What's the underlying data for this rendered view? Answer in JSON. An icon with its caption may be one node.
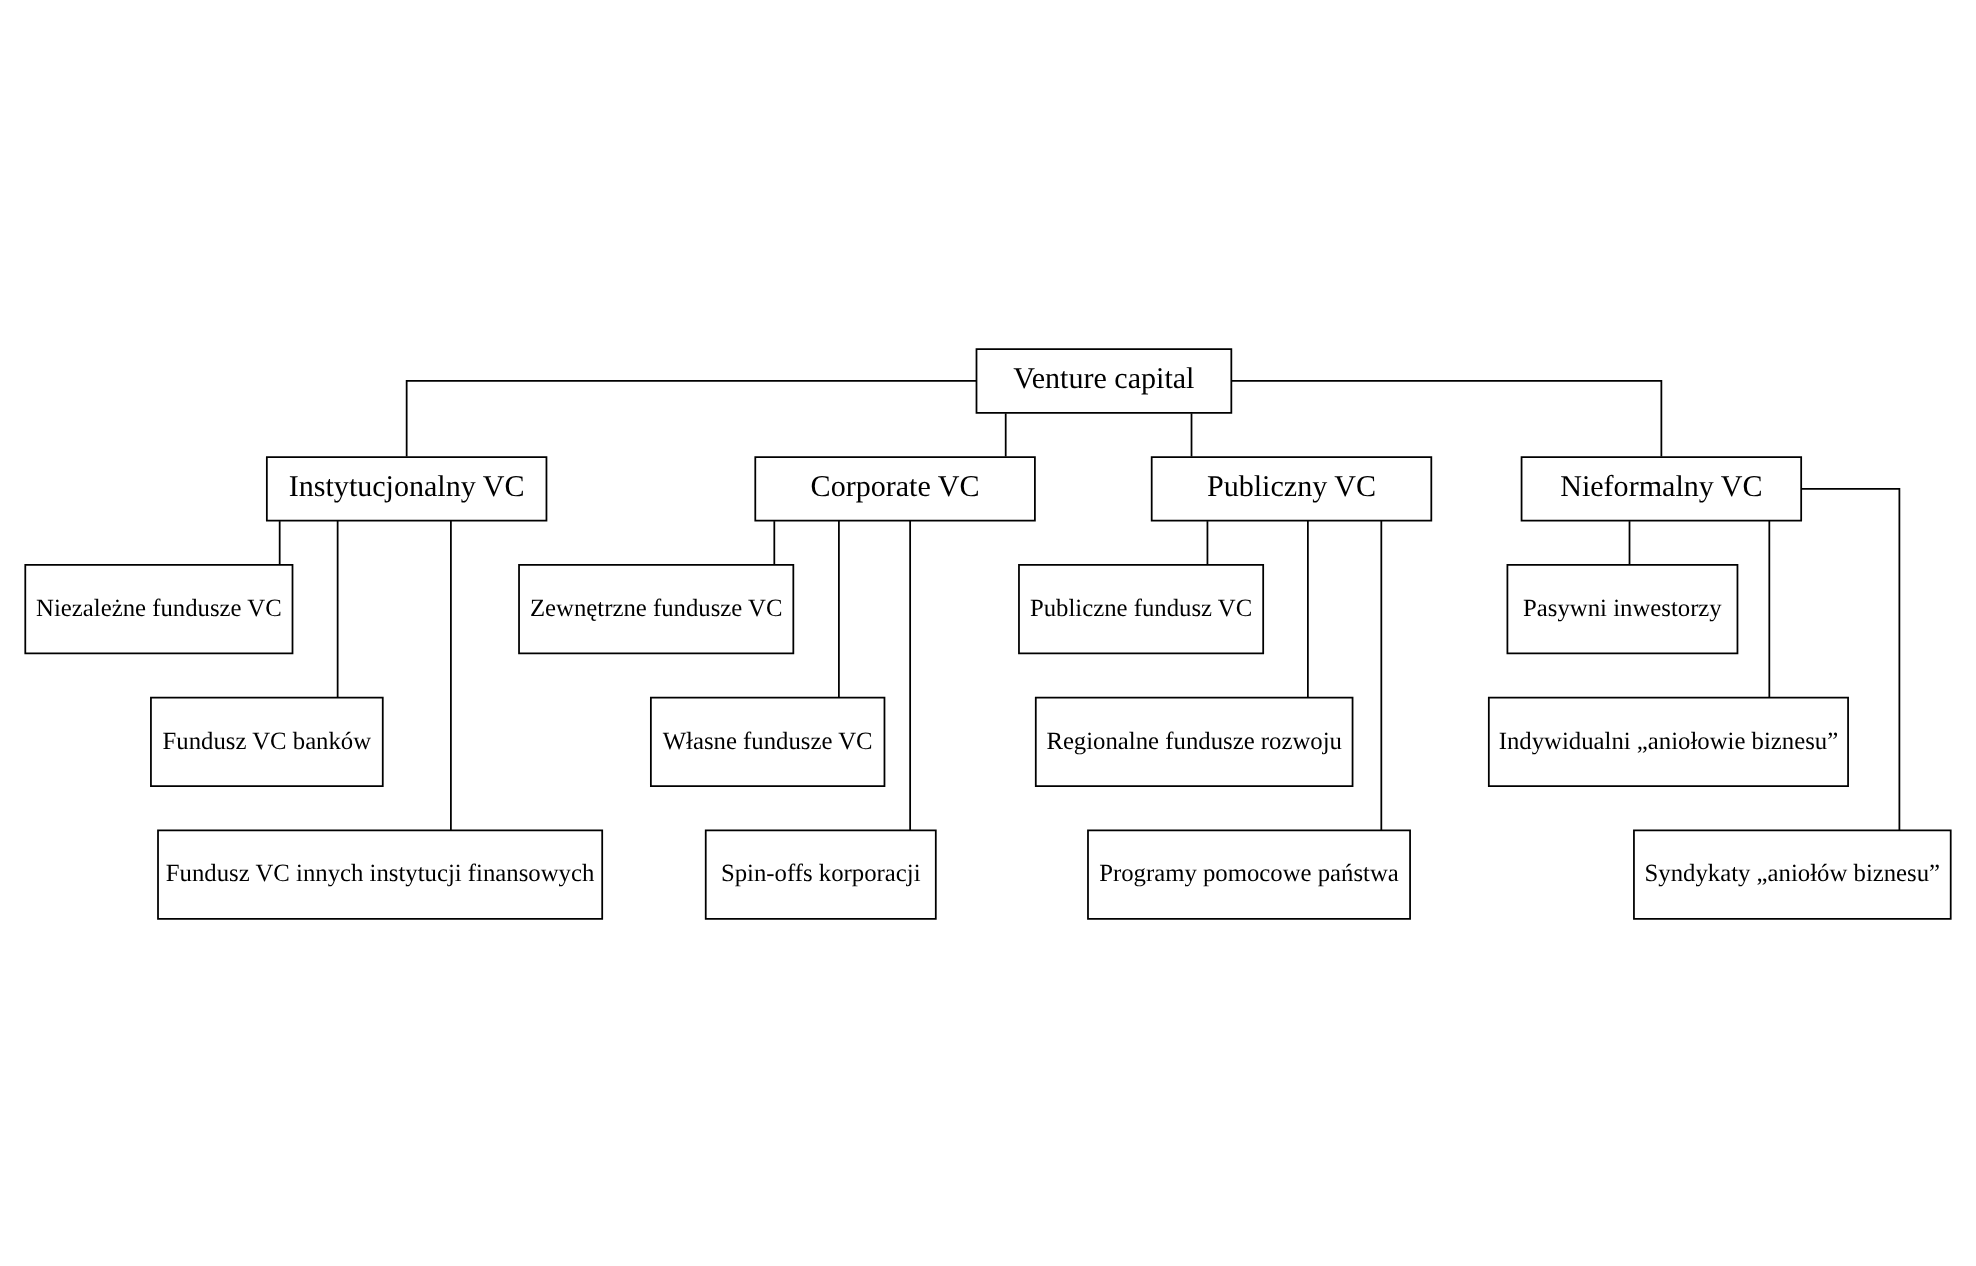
{
  "diagram": {
    "nodes": [
      {
        "text": [
          "Venture capital"
        ]
      },
      {
        "text": [
          "Instytucjonalny VC"
        ]
      },
      {
        "text": [
          "Corporate VC"
        ]
      },
      {
        "text": [
          "Publiczny VC"
        ]
      },
      {
        "text": [
          "Nieformalny VC"
        ]
      },
      {
        "text": [
          "Niezależne fundusze VC"
        ]
      },
      {
        "text": [
          "Fundusz VC banków"
        ]
      },
      {
        "text": [
          "Fundusz VC innych instytucji finansowych"
        ]
      },
      {
        "text": [
          "Zewnętrzne fundusze VC"
        ]
      },
      {
        "text": [
          "Własne fundusze VC"
        ]
      },
      {
        "text": [
          "Spin-offs korporacji"
        ]
      },
      {
        "text": [
          "Publiczne fundusz VC"
        ]
      },
      {
        "text": [
          "Regionalne fundusze rozwoju"
        ]
      },
      {
        "text": [
          "Programy pomocowe państwa"
        ]
      },
      {
        "text": [
          "Pasywni inwestorzy"
        ]
      },
      {
        "text": [
          "Indywidualni „aniołowie biznesu”"
        ]
      },
      {
        "text": [
          "Syndykaty „aniołów biznesu”"
        ]
      }
    ],
    "edges": [
      {
        "from": 0,
        "to": 1,
        "arrow": "none"
      },
      {
        "from": 0,
        "to": 2,
        "arrow": "none"
      },
      {
        "from": 0,
        "to": 3,
        "arrow": "none"
      },
      {
        "from": 0,
        "to": 4,
        "arrow": "none"
      },
      {
        "from": 1,
        "to": 5,
        "arrow": "none"
      },
      {
        "from": 1,
        "to": 6,
        "arrow": "none"
      },
      {
        "from": 1,
        "to": 7,
        "arrow": "none"
      },
      {
        "from": 2,
        "to": 8,
        "arrow": "none"
      },
      {
        "from": 2,
        "to": 9,
        "arrow": "none"
      },
      {
        "from": 2,
        "to": 10,
        "arrow": "none"
      },
      {
        "from": 3,
        "to": 11,
        "arrow": "none"
      },
      {
        "from": 3,
        "to": 12,
        "arrow": "none"
      },
      {
        "from": 3,
        "to": 13,
        "arrow": "none"
      },
      {
        "from": 4,
        "to": 14,
        "arrow": "none"
      },
      {
        "from": 4,
        "to": 15,
        "arrow": "none"
      },
      {
        "from": 4,
        "to": 16,
        "arrow": "none"
      }
    ]
  }
}
